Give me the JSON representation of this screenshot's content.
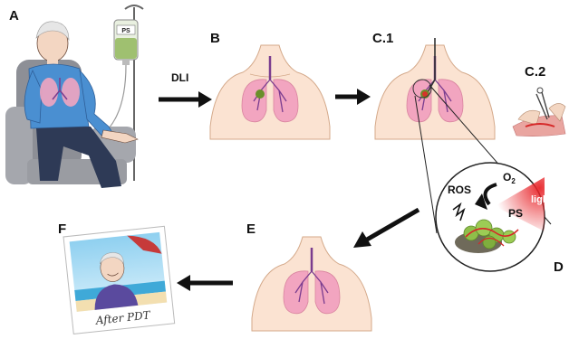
{
  "panels": {
    "a": "A",
    "b": "B",
    "c1": "C.1",
    "c2": "C.2",
    "d": "D",
    "e": "E",
    "f": "F"
  },
  "iv_bag_label": "PS",
  "arrow_label": "DLI",
  "reaction": {
    "ros": "ROS",
    "o2_base": "O",
    "o2_sub": "2",
    "ps": "PS",
    "light": "light"
  },
  "photo_caption": "After PDT",
  "colors": {
    "lung": "#f2a5c0",
    "skin": "#fbe3d2",
    "bronchi": "#7a3c8f",
    "tumor": "#6a8f2a",
    "light": "#e8252a",
    "arrow": "#111111"
  }
}
